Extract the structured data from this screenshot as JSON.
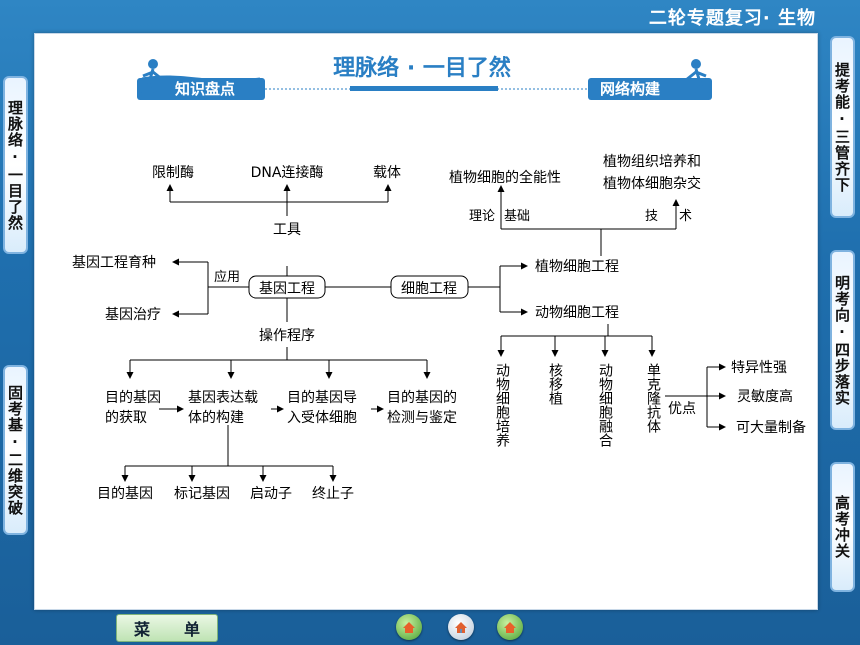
{
  "header": {
    "subject_title": "二轮专题复习· 生物"
  },
  "left_tabs": [
    {
      "label": "理脉络·一目了然"
    },
    {
      "label": "固考基·二维突破"
    }
  ],
  "right_tabs": [
    {
      "label": "提考能·三管齐下"
    },
    {
      "label": "明考向·四步落实"
    },
    {
      "label": "高考冲关"
    }
  ],
  "banner": {
    "title": "理脉络 · 一目了然",
    "left_label": "知识盘点",
    "right_label": "网络构建"
  },
  "map": {
    "tools": [
      "限制酶",
      "DNA连接酶",
      "载体"
    ],
    "tool_label": "工具",
    "gene_engineering": "基因工程",
    "cell_engineering": "细胞工程",
    "apply_label": "应用",
    "applications": [
      "基因工程育种",
      "基因治疗"
    ],
    "procedure_label": "操作程序",
    "procedure_steps": [
      [
        "目的基因",
        "的获取"
      ],
      [
        "基因表达载",
        "体的构建"
      ],
      [
        "目的基因导",
        "入受体细胞"
      ],
      [
        "目的基因的",
        "检测与鉴定"
      ]
    ],
    "vector_parts": [
      "目的基因",
      "标记基因",
      "启动子",
      "终止子"
    ],
    "plant_theory": "植物细胞的全能性",
    "plant_tech": [
      "植物组织培养和",
      "植物体细胞杂交"
    ],
    "theory_label": "理论",
    "basis_label": "基础",
    "tech_label_1": "技",
    "tech_label_2": "术",
    "plant_cell_eng": "植物细胞工程",
    "animal_cell_eng": "动物细胞工程",
    "animal_techs": [
      "动物细胞培养",
      "核移植",
      "动物细胞融合",
      "单克隆抗体"
    ],
    "advantage_label": "优点",
    "advantages": [
      "特异性强",
      "灵敏度高",
      "可大量制备"
    ]
  },
  "bottom": {
    "menu_label_1": "菜",
    "menu_label_2": "单"
  },
  "colors": {
    "background": "#1f6fae",
    "banner": "#2a7fc4",
    "accent": "#1c78c0"
  },
  "icons": {
    "nav_left": "home-left-icon",
    "nav_center": "home-icon",
    "nav_right": "home-right-icon"
  }
}
